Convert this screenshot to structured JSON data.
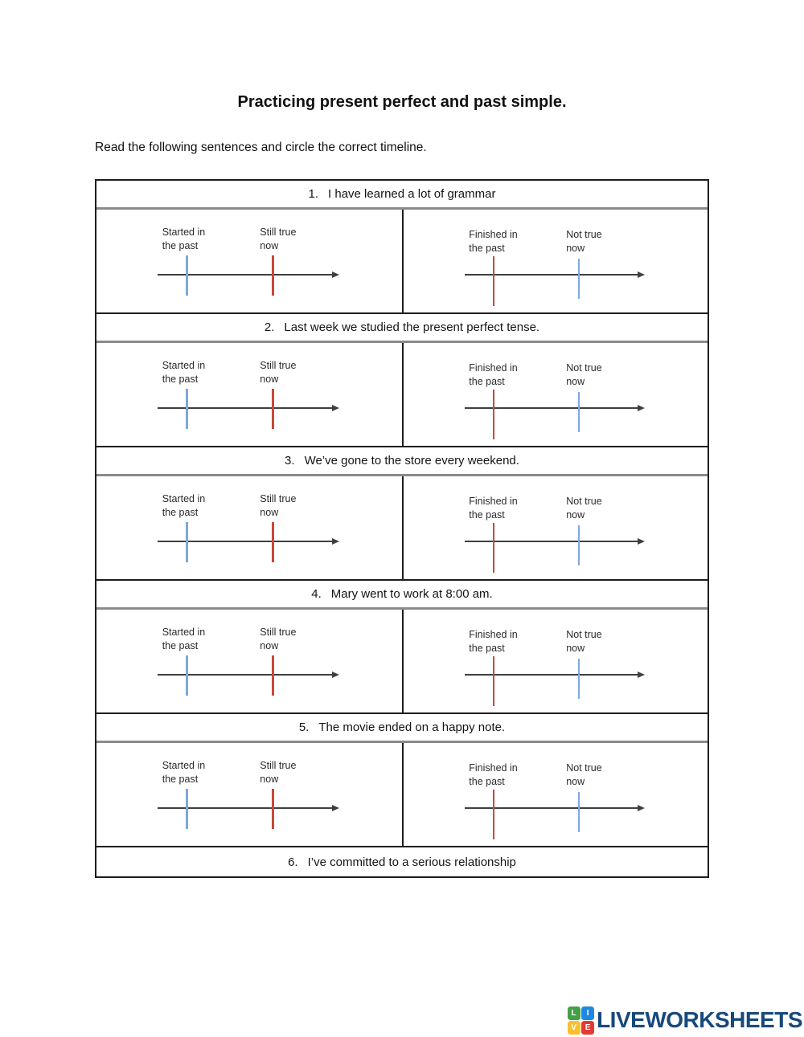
{
  "title": "Practicing present perfect and past simple.",
  "instructions": "Read the following sentences and circle the correct timeline.",
  "items": [
    {
      "number": "1.",
      "text": "I have learned a lot of grammar"
    },
    {
      "number": "2.",
      "text": "Last week we studied the present perfect tense."
    },
    {
      "number": "3.",
      "text": "We’ve gone to the store every weekend."
    },
    {
      "number": "4.",
      "text": "Mary went to work at 8:00 am."
    },
    {
      "number": "5.",
      "text": "The movie ended on a happy note."
    },
    {
      "number": "6.",
      "text": "I’ve committed to a serious relationship"
    }
  ],
  "timeline_options": {
    "present_perfect": {
      "label1": "Started in\nthe past",
      "label2": "Still true\nnow",
      "tick1_color": "#7fa8dc",
      "tick2_color": "#c9483c"
    },
    "past_simple": {
      "label1": "Finished in\nthe past",
      "label2": "Not true\nnow",
      "tick1_color": "#c9483c",
      "tick2_color": "#7fa8dc"
    }
  },
  "colors": {
    "timeline_blue": "#7fa8dc",
    "timeline_red": "#c9483c",
    "axis": "#3f3f3f",
    "table_border": "#1d1d1d",
    "sentence_divider": "#8a8a8a",
    "logo_text": "#17497c",
    "logo_green": "#43a047",
    "logo_blue": "#1e88e5",
    "logo_yellow": "#fbc02d",
    "logo_red": "#e53935"
  },
  "logo": {
    "brand": "LIVEWORKSHEETS",
    "icon_letters": [
      "L",
      "I",
      "V",
      "E"
    ]
  }
}
